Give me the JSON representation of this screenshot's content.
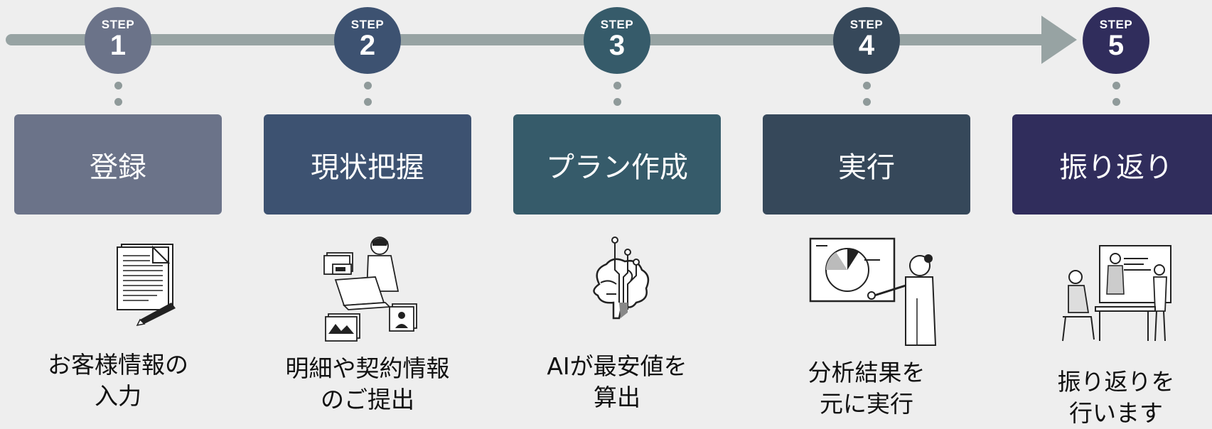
{
  "colors": {
    "background": "#eeeeee",
    "timeline": "#97a3a3",
    "step1": "#6b7389",
    "step2": "#3d5271",
    "step3": "#365b6a",
    "step4": "#36485a",
    "step5": "#302d5c"
  },
  "steps": [
    {
      "label": "STEP",
      "num": "1",
      "title": "登録",
      "desc1": "お客様情報の",
      "desc2": "入力",
      "icon": "document-with-pen-icon"
    },
    {
      "label": "STEP",
      "num": "2",
      "title": "現状把握",
      "desc1": "明細や契約情報",
      "desc2": "のご提出",
      "icon": "person-at-laptop-with-documents-icon"
    },
    {
      "label": "STEP",
      "num": "3",
      "title": "プラン作成",
      "desc1": "AIが最安値を",
      "desc2": "算出",
      "icon": "ai-brain-circuit-icon"
    },
    {
      "label": "STEP",
      "num": "4",
      "title": "実行",
      "desc1": "分析結果を",
      "desc2": "元に実行",
      "icon": "presenter-with-pie-chart-icon"
    },
    {
      "label": "STEP",
      "num": "5",
      "title": "振り返り",
      "desc1": "振り返りを",
      "desc2": "行います",
      "icon": "team-meeting-whiteboard-icon"
    }
  ]
}
